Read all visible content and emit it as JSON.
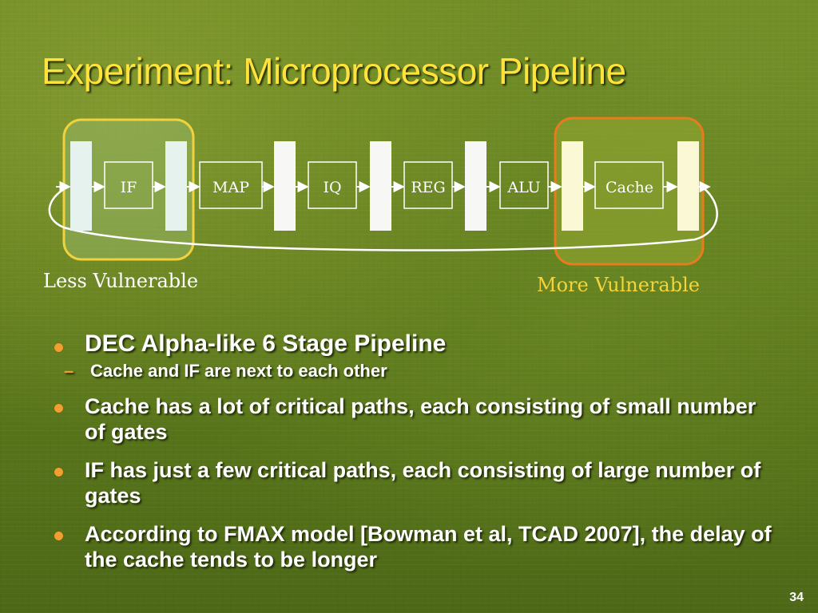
{
  "slide": {
    "title": "Experiment: Microprocessor Pipeline",
    "number": "34"
  },
  "pipeline": {
    "stages": [
      "IF",
      "MAP",
      "IQ",
      "REG",
      "ALU",
      "Cache"
    ],
    "less_label": "Less Vulnerable",
    "more_label": "More Vulnerable"
  },
  "bullets": {
    "b1": "DEC Alpha-like 6 Stage Pipeline",
    "b1_sub": "Cache and IF are next to each other",
    "b2": "Cache has a lot of critical paths, each consisting of small number of gates",
    "b3": "IF has just a few critical paths, each consisting of large number of gates",
    "b4": "According to FMAX model [Bowman et al, TCAD 2007], the delay of the cache tends to be longer",
    "dash": "–"
  },
  "colors": {
    "title": "#ffe23a",
    "less_box": "#f2d23c",
    "more_box": "#e87c1c",
    "bullet_dot": "#f0a030"
  }
}
